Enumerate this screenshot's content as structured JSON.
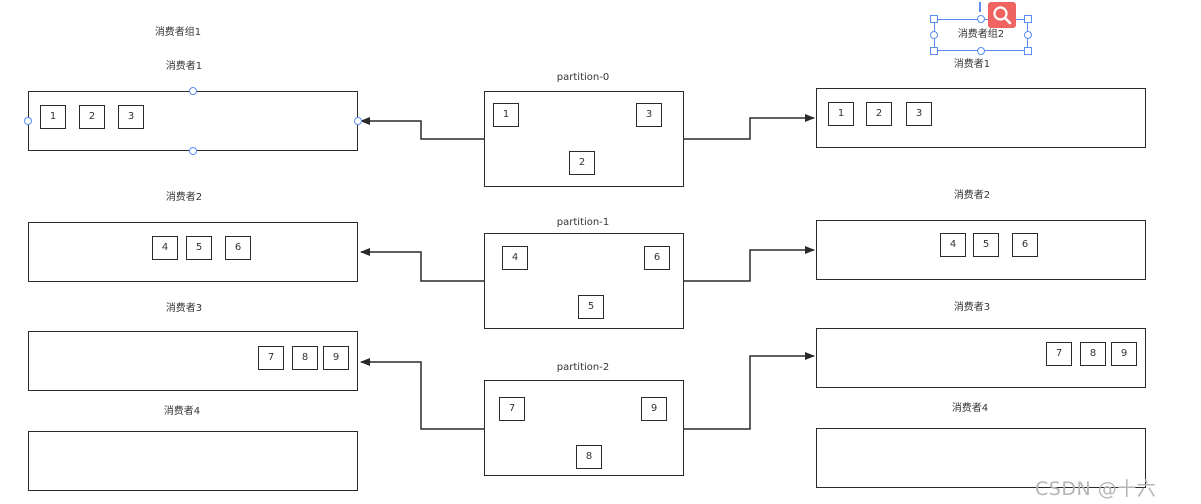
{
  "groups": {
    "left": {
      "title": "消费者组1"
    },
    "right": {
      "title": "消费者组2"
    }
  },
  "partitions": [
    {
      "name": "partition-0",
      "messages": [
        "1",
        "3",
        "2"
      ]
    },
    {
      "name": "partition-1",
      "messages": [
        "4",
        "6",
        "5"
      ]
    },
    {
      "name": "partition-2",
      "messages": [
        "7",
        "9",
        "8"
      ]
    }
  ],
  "left_consumers": [
    {
      "name": "消费者1",
      "messages": [
        "1",
        "2",
        "3"
      ]
    },
    {
      "name": "消费者2",
      "messages": [
        "4",
        "5",
        "6"
      ]
    },
    {
      "name": "消费者3",
      "messages": [
        "7",
        "8",
        "9"
      ]
    },
    {
      "name": "消费者4",
      "messages": []
    }
  ],
  "right_consumers": [
    {
      "name": "消费者1",
      "messages": [
        "1",
        "2",
        "3"
      ]
    },
    {
      "name": "消费者2",
      "messages": [
        "4",
        "5",
        "6"
      ]
    },
    {
      "name": "消费者3",
      "messages": [
        "7",
        "8",
        "9"
      ]
    },
    {
      "name": "消费者4",
      "messages": []
    }
  ],
  "watermark": "CSDN @十六",
  "icons": {
    "search": "search-icon"
  },
  "colors": {
    "selection": "#5b8def",
    "search_button": "#ef6461",
    "stroke": "#2a2a2a"
  }
}
